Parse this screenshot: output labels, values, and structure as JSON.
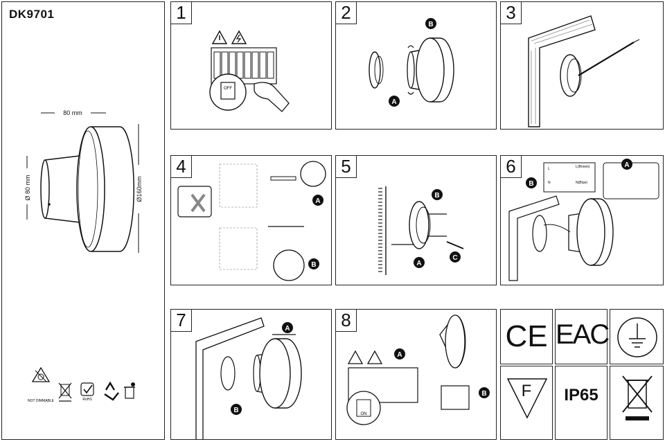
{
  "model": "DK9701",
  "dimensions": {
    "width": "80 mm",
    "depth": "Ø 80 mm",
    "diameter": "Ø160mm"
  },
  "symbols_bottom": {
    "not_dimmable": "NOT DIMMABLE",
    "rohs": "RoHS"
  },
  "steps": [
    {
      "number": "1",
      "label_off": "OFF"
    },
    {
      "number": "2",
      "marker_a": "A",
      "marker_b": "B"
    },
    {
      "number": "3"
    },
    {
      "number": "4",
      "marker_a": "A",
      "marker_b": "B"
    },
    {
      "number": "5",
      "marker_a": "A",
      "marker_b": "B",
      "marker_c": "C"
    },
    {
      "number": "6",
      "marker_a": "A",
      "marker_b": "B",
      "terminal_l": "L",
      "terminal_n": "N",
      "wire_brown": "L(Brown)",
      "wire_blue": "N(Blue)"
    },
    {
      "number": "7",
      "marker_a": "A",
      "marker_b": "B"
    },
    {
      "number": "8",
      "marker_a": "A",
      "marker_b": "B",
      "label_on": "ON"
    }
  ],
  "certifications": {
    "ce": "CE",
    "eac": "EAC",
    "f_mark": "F",
    "ip": "IP65"
  }
}
